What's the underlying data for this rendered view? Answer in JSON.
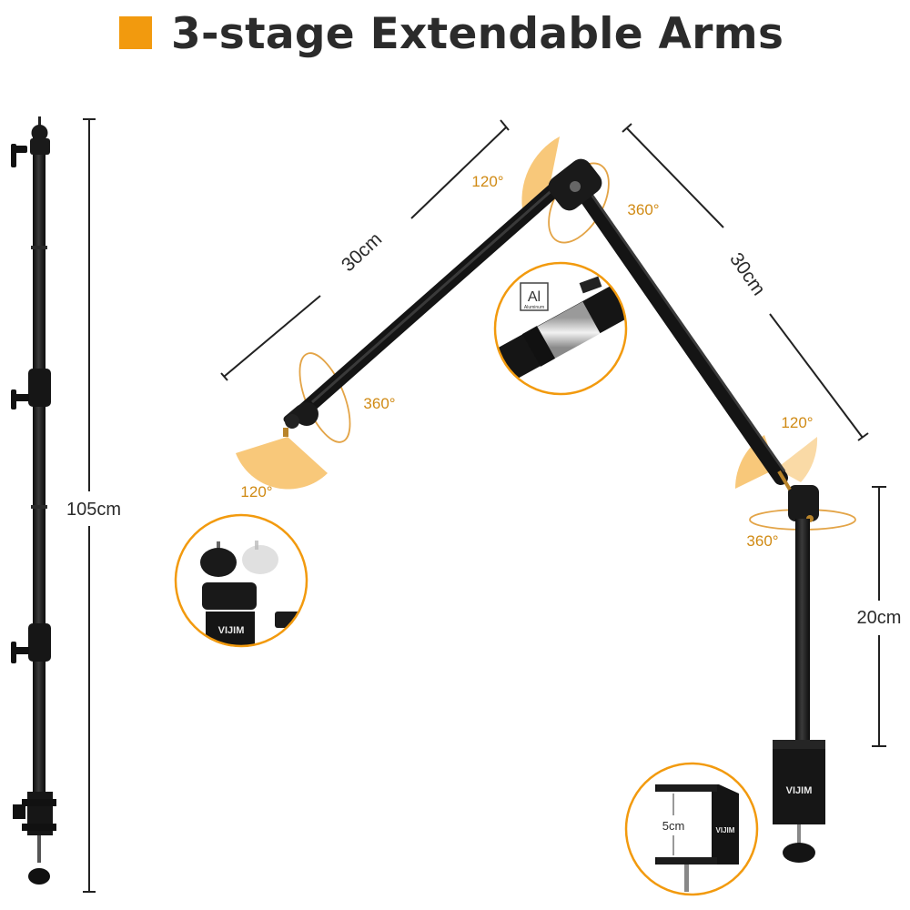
{
  "header": {
    "title": "3-stage Extendable Arms"
  },
  "dimensions": {
    "total_height": "105cm",
    "upper_arm_length": "30cm",
    "middle_arm_length": "30cm",
    "base_pole_height": "20cm",
    "clamp_opening": "5cm"
  },
  "rotation_labels": {
    "tip_tilt": "120°",
    "tip_rotate": "360°",
    "elbow_tilt": "120°",
    "elbow_rotate": "360°",
    "base_tilt": "120°",
    "base_rotate": "360°"
  },
  "insets": {
    "material_badge": "Al",
    "material_text": "Aluminum",
    "brand": "VIJIM"
  },
  "colors": {
    "accent": "#F29A0E",
    "sector_fill": "#F7C26B",
    "arm": "#1c1c1c",
    "text": "#2b2b2b"
  }
}
